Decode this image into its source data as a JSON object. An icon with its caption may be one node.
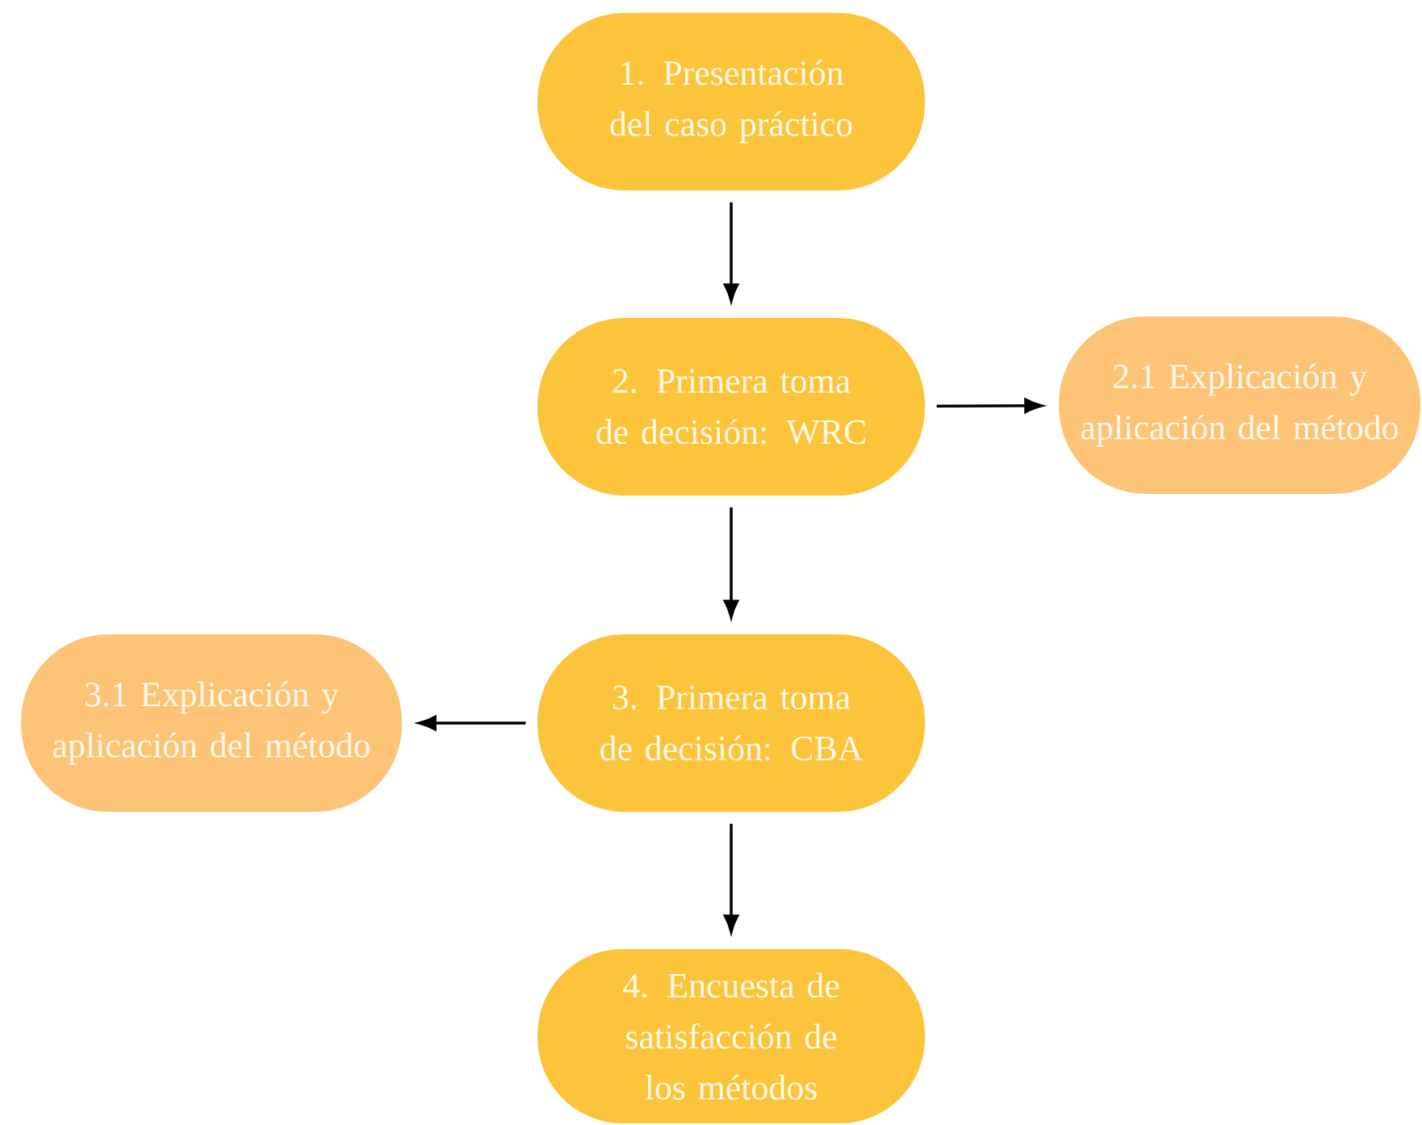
{
  "diagram": {
    "nodes": [
      {
        "text": [
          "1. Presentación del caso práctico"
        ]
      },
      {
        "text": [
          "2. Primera toma de decisión: WRC"
        ]
      },
      {
        "text": [
          "2.1 Explicación y aplicación del método"
        ]
      },
      {
        "text": [
          "3. Primera toma de decisión: CBA"
        ]
      },
      {
        "text": [
          "3.1 Explicación y aplicación del método"
        ]
      },
      {
        "text": [
          "4. Encuesta de satisfacción de los métodos"
        ]
      }
    ],
    "edges": [
      {
        "from": 0,
        "to": 1,
        "arrow": "to"
      },
      {
        "from": 1,
        "to": 2,
        "arrow": "to"
      },
      {
        "from": 1,
        "to": 3,
        "arrow": "to"
      },
      {
        "from": 3,
        "to": 4,
        "arrow": "to"
      },
      {
        "from": 3,
        "to": 5,
        "arrow": "to"
      }
    ]
  }
}
